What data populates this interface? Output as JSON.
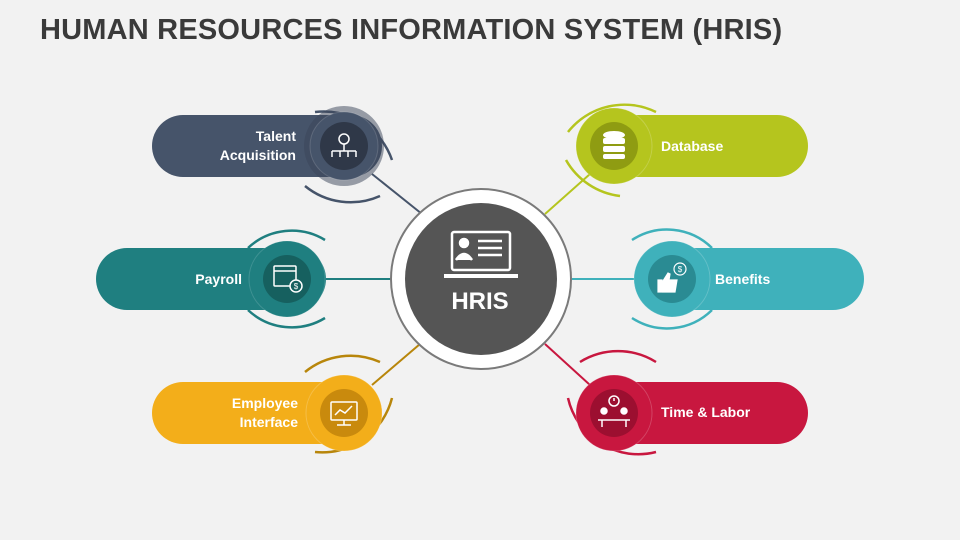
{
  "title": "HUMAN RESOURCES INFORMATION SYSTEM (HRIS)",
  "hub": {
    "label": "HRIS",
    "icon": "computer-profile-icon",
    "color": "#555555"
  },
  "nodes": {
    "talent": {
      "label_line1": "Talent",
      "label_line2": "Acquisition",
      "icon": "org-chart-icon",
      "color": "#46546a"
    },
    "payroll": {
      "label": "Payroll",
      "icon": "calendar-dollar-icon",
      "color": "#1f7f80"
    },
    "employee": {
      "label_line1": "Employee",
      "label_line2": "Interface",
      "icon": "monitor-chart-icon",
      "color": "#f3ae1a"
    },
    "database": {
      "label": "Database",
      "icon": "database-icon",
      "color": "#b5c51e"
    },
    "benefits": {
      "label": "Benefits",
      "icon": "thumbs-up-dollar-icon",
      "color": "#3fb1bb"
    },
    "time": {
      "label": "Time & Labor",
      "icon": "workers-clock-icon",
      "color": "#c8173f"
    }
  }
}
